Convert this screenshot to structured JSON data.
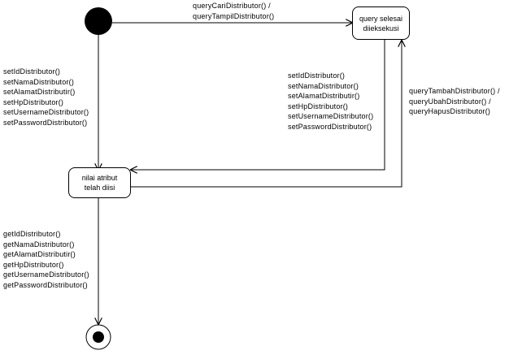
{
  "states": {
    "query_done": {
      "line1": "query selesai",
      "line2": "diieksekusi"
    },
    "attr_set": {
      "line1": "nilai atribut",
      "line2": "telah diisi"
    }
  },
  "transitions": {
    "start_to_query": [
      "queryCariDistributor() /",
      "queryTampilDistributor()"
    ],
    "start_to_attr": [
      "setIdDistributor()",
      "setNamaDistributor()",
      "setAlamatDistributir()",
      "setHpDistributor()",
      "setUsernameDistributor()",
      "setPasswordDistributor()"
    ],
    "query_to_attr": [
      "setIdDistributor()",
      "setNamaDistributor()",
      "setAlamatDistributir()",
      "setHpDistributor()",
      "setUsernameDistributor()",
      "setPasswordDistributor()"
    ],
    "attr_to_query": [
      "queryTambahDistributor() /",
      "queryUbahDistributor() /",
      "queryHapusDistributor()"
    ],
    "attr_to_end": [
      "getIdDistributor()",
      "getNamaDistributor()",
      "getAlamatDistributir()",
      "getHpDistributor()",
      "getUsernameDistributor()",
      "getPasswordDistributor()"
    ]
  }
}
